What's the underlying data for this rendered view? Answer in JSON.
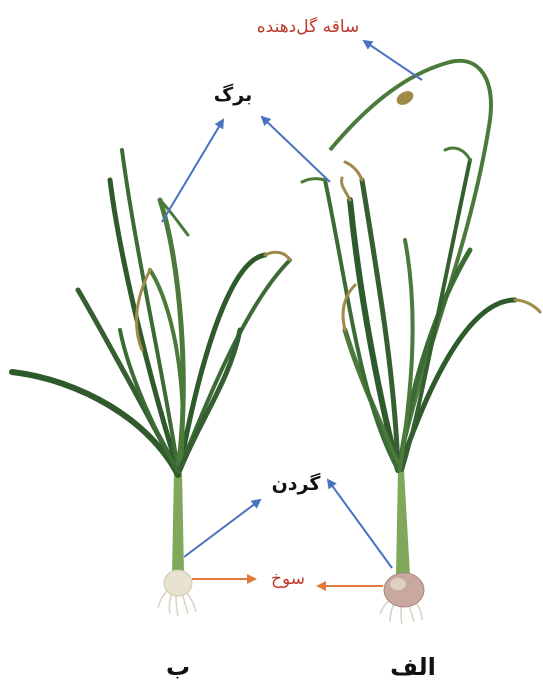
{
  "labels": {
    "flower_stalk": "ساقه گل‌دهنده",
    "leaf": "برگ",
    "neck": "گردن",
    "bulb": "سوخ",
    "panel_right": "الف",
    "panel_left": "ب"
  },
  "colors": {
    "blue_arrow": "#4a72c0",
    "orange_arrow": "#e07b39",
    "red_label": "#c0392b",
    "leaf_dark": "#2f5a2c",
    "leaf_mid": "#4c7a3a",
    "leaf_dry": "#a08a4a",
    "stem": "#7fa85a",
    "bulb": "#e8e2d0",
    "bulb_red": "#c9a8a0",
    "roots": "#d9d2c0"
  }
}
